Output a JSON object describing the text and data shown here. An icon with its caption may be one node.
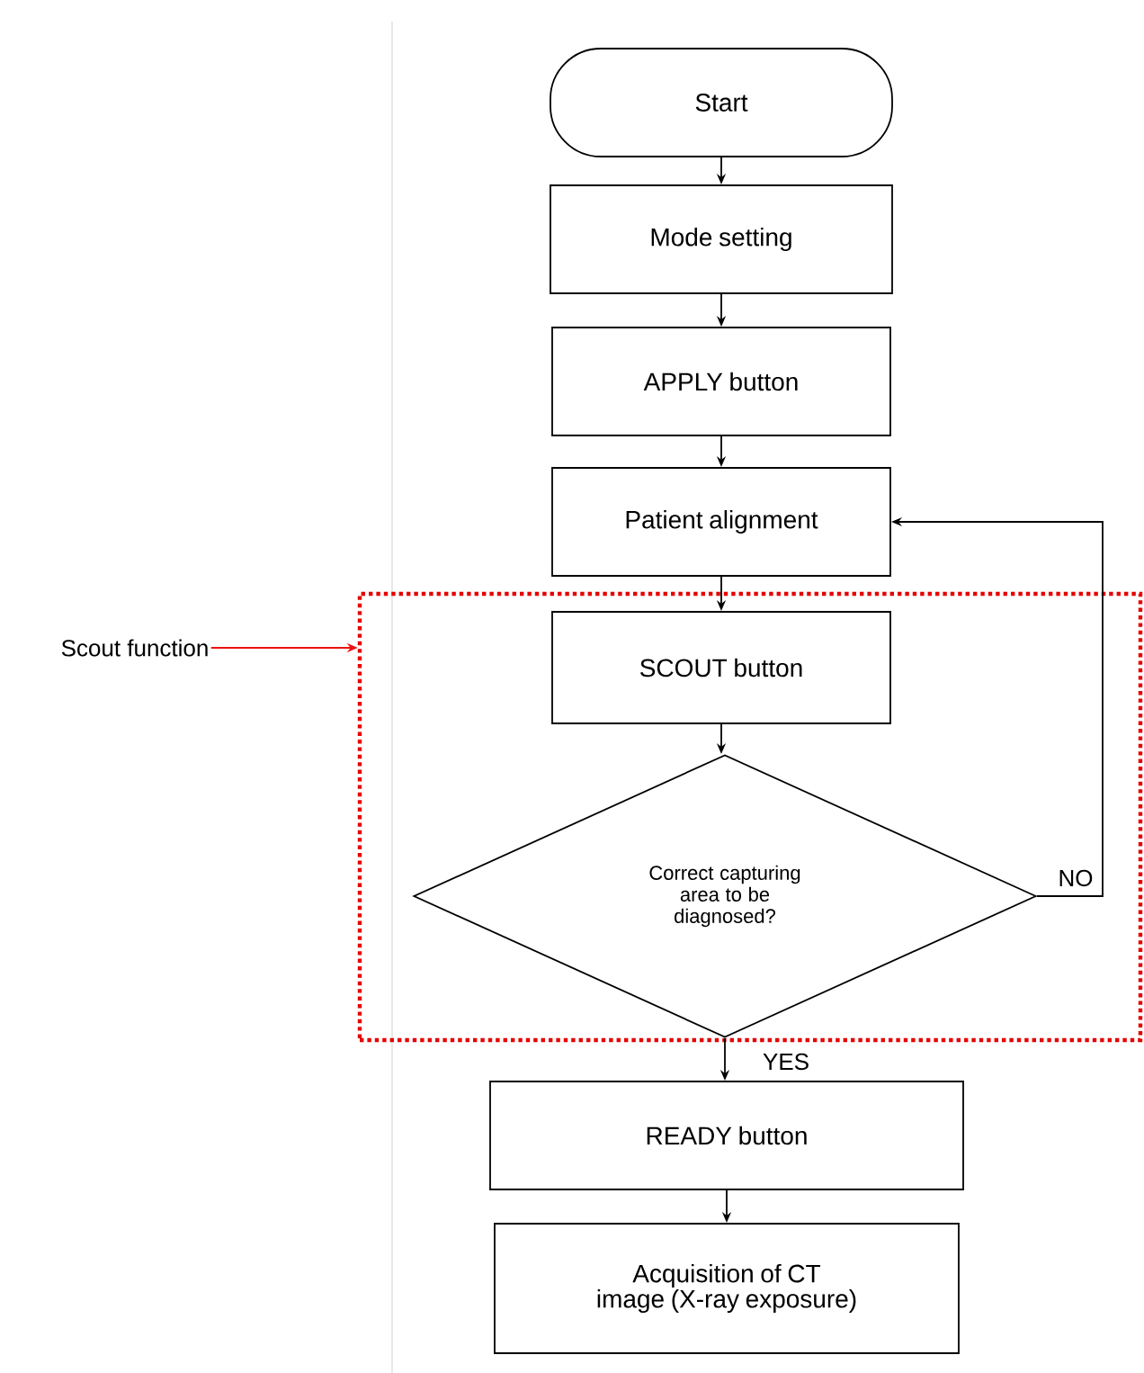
{
  "diagram": {
    "nodes": [
      {
        "text": [
          "Start"
        ]
      },
      {
        "text": [
          "Mode setting"
        ]
      },
      {
        "text": [
          "APPLY button"
        ]
      },
      {
        "text": [
          "Patient alignment"
        ]
      },
      {
        "text": [],
        "shape": "box"
      },
      {
        "text": [
          "SCOUT button"
        ],
        "in": 4
      },
      {
        "text": [
          "Correct capturing area to be diagnosed?"
        ],
        "in": 4
      },
      {
        "text": [
          "READY button"
        ]
      },
      {
        "text": [
          "Acquisition of CT image (X-ray exposure)"
        ]
      },
      {
        "text": [
          "Scout function"
        ]
      }
    ],
    "edges": [
      {
        "from": 0,
        "to": 1,
        "arrow": "to"
      },
      {
        "from": 1,
        "to": 2,
        "arrow": "to"
      },
      {
        "from": 2,
        "to": 3,
        "arrow": "to"
      },
      {
        "from": 3,
        "to": 5,
        "arrow": "to"
      },
      {
        "from": 5,
        "to": 6,
        "arrow": "to"
      },
      {
        "from": 6,
        "to": 7,
        "arrow": "to",
        "label": "YES"
      },
      {
        "from": 7,
        "to": 8,
        "arrow": "to"
      },
      {
        "from": 6,
        "to": 3,
        "arrow": "to",
        "label": "NO"
      },
      {
        "from": 9,
        "to": 4,
        "arrow": "to",
        "color": "#ee1111"
      }
    ]
  }
}
